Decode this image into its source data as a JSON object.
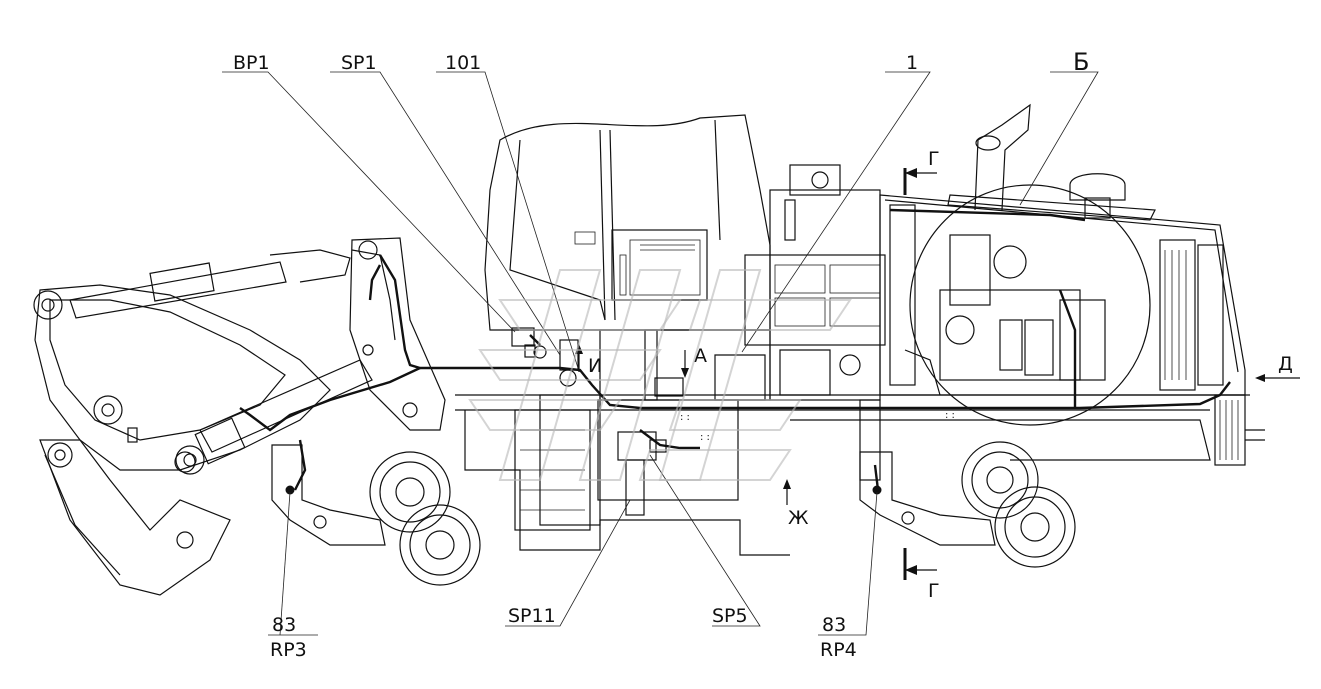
{
  "labels": {
    "bp1": "BP1",
    "sp1": "SP1",
    "l101": "101",
    "l1": "1",
    "b": "Б",
    "g_top": "Г",
    "g_bottom": "Г",
    "i": "И",
    "a": "А",
    "d": "Д",
    "zh": "Ж",
    "l83_left": "83",
    "rp3": "RP3",
    "sp11": "SP11",
    "sp5": "SP5",
    "l83_right": "83",
    "rp4": "RP4"
  },
  "colors": {
    "line": "#111111",
    "harness": "#111111",
    "watermark": "#b8b8b8",
    "background": "#ffffff"
  }
}
